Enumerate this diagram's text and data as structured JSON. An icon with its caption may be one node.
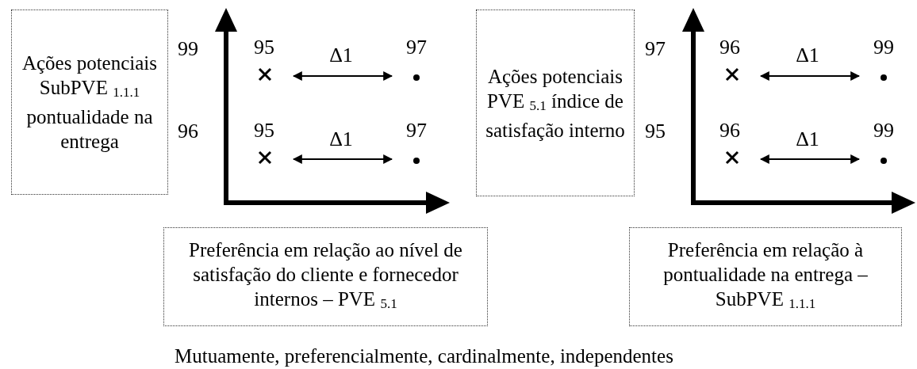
{
  "diagram": {
    "caption": "Mutuamente, preferencialmente, cardinalmente, independentes",
    "nodes": [
      {
        "text": [
          "Ações potenciais SubPVE $_{1.1.1}$ pontualidade na entrega"
        ]
      },
      {
        "text": [
          "Ações potenciais PVE $_{5.1}$ índice de satisfação interno"
        ]
      },
      {
        "text": [
          "Preferência em relação ao nível de satisfação do cliente e fornecedor internos – PVE $_{5.1}$"
        ]
      },
      {
        "text": [
          "Preferência em relação à pontualidade na entrega – SubPVE $_{1.1.1}$"
        ]
      }
    ],
    "labels": [
      "99",
      "95",
      "Δ1",
      "97",
      "96",
      "95",
      "Δ1",
      "97",
      "97",
      "96",
      "Δ1",
      "99",
      "95",
      "96",
      "Δ1",
      "99"
    ]
  }
}
